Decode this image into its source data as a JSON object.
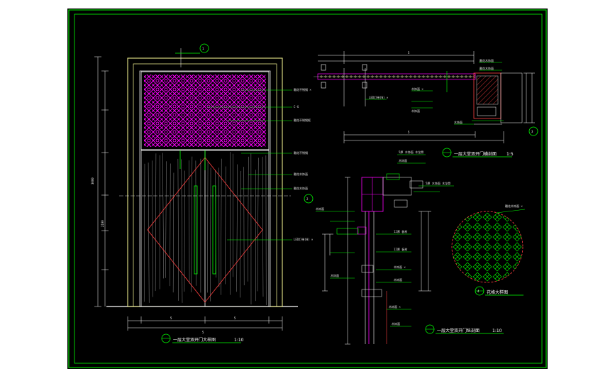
{
  "drawing": {
    "colors": {
      "background": "#000000",
      "frame": "#00ff00",
      "page": "#ffffff",
      "door_frame": "#ffff99",
      "lattice": "#ff00ff",
      "leader": "#00ff00",
      "wall": "#ff4040",
      "text": "#ffffff"
    },
    "titles": {
      "elevation": "一层大堂双开门大样图",
      "elevation_scale": "1:10",
      "plan_section": "一层大堂双开门横剖面",
      "plan_scale": "1:5",
      "vertical_section": "一层大堂双开门纵剖面",
      "vertical_scale": "1:10",
      "detail": "花格大样图"
    },
    "labels": {
      "elevation_callouts": [
        "雕花不锈钢 ×",
        "C-G",
        "雕花不锈钢框",
        "雕花不锈钢",
        "雕花木饰面",
        "雕花木饰面",
        "LED灯带(W) ×"
      ],
      "plan_callouts": [
        "雕花木饰面",
        "雕花木饰面",
        "LED灯带(W) ×",
        "木饰面 ×",
        "木饰面",
        "木饰面"
      ],
      "section_callouts": [
        "5厚 木饰面 木龙骨",
        "木饰面",
        "5厚 木饰面 木龙骨",
        "木饰面",
        "12厚 板材",
        "12厚 板材",
        "木饰面 ×",
        "木饰面",
        "木饰面",
        "木饰面 ×",
        "木饰面"
      ],
      "detail_callouts": [
        "雕花木饰面 ×"
      ],
      "grid_markers": [
        "1",
        "2",
        "3",
        "4"
      ],
      "dims_top": [
        "5",
        "5"
      ],
      "dims_bottom": [
        "5",
        "5",
        "5"
      ]
    }
  }
}
